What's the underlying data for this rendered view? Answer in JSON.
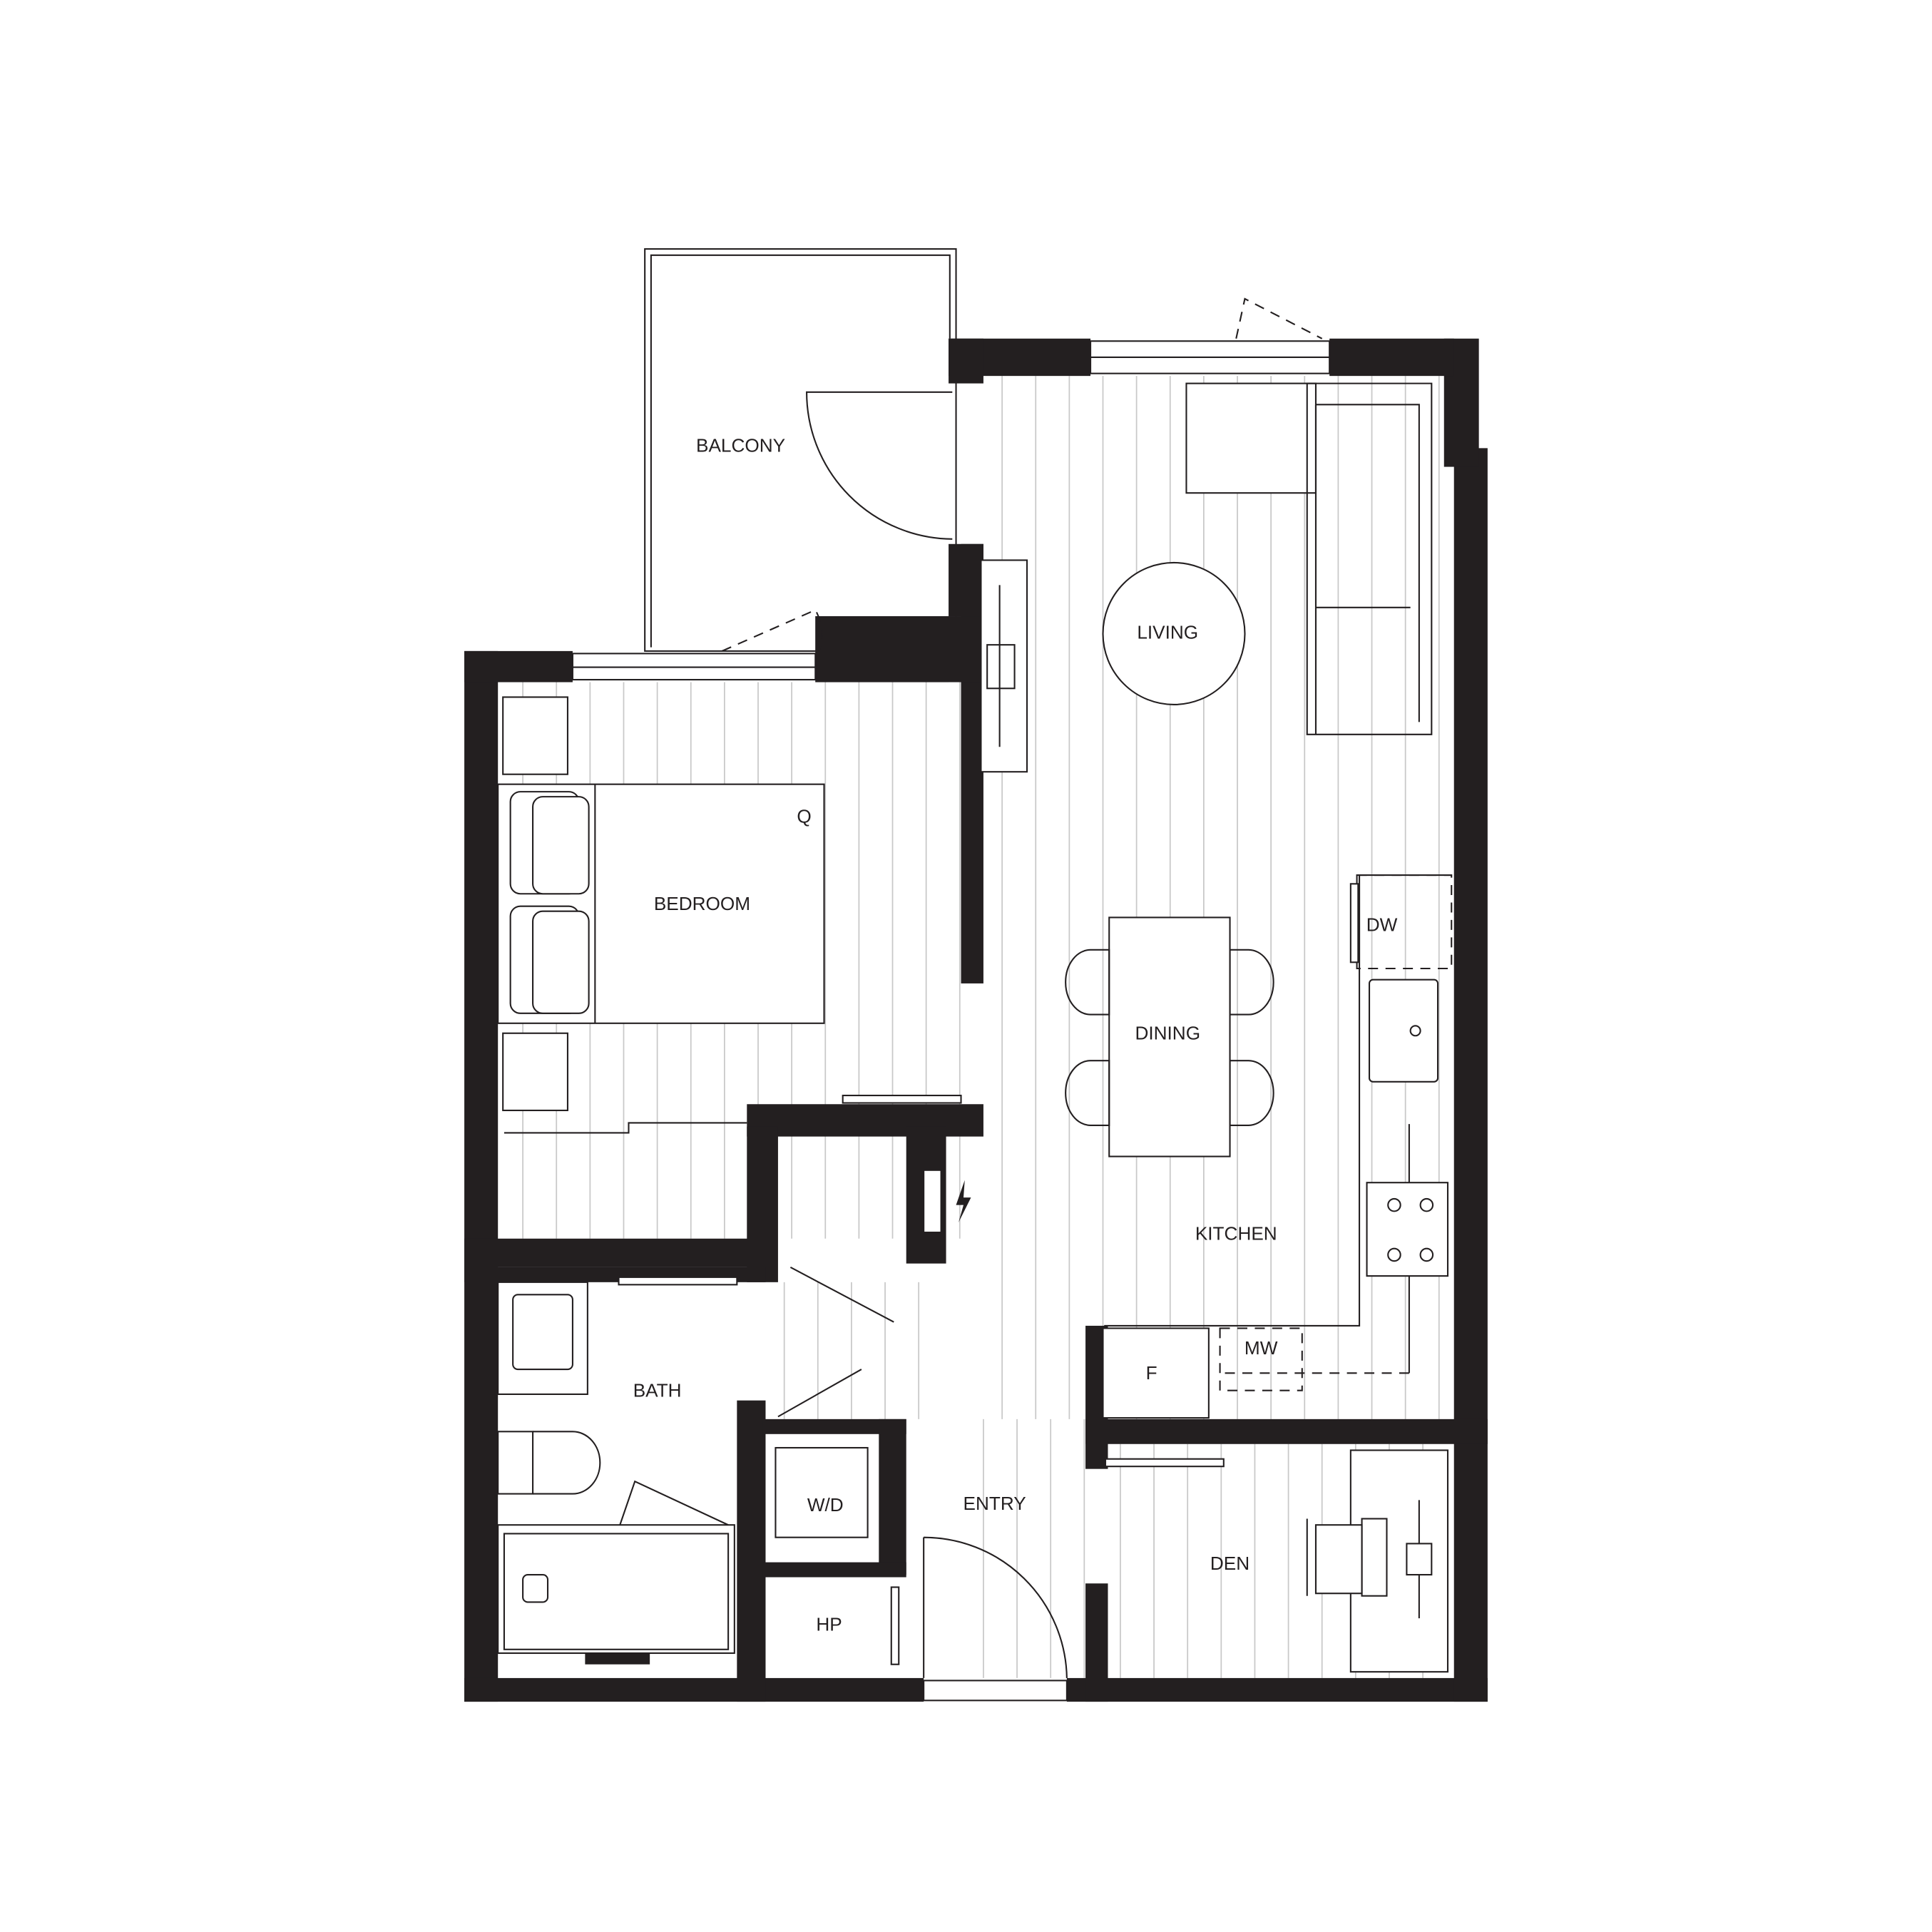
{
  "rooms": {
    "balcony": "BALCONY",
    "living": "LIVING",
    "bedroom": "BEDROOM",
    "bed_size": "Q",
    "dining": "DINING",
    "kitchen": "KITCHEN",
    "dishwasher": "DW",
    "microwave": "MW",
    "fridge": "F",
    "bath": "BATH",
    "washer_dryer": "W/D",
    "heat_pump": "HP",
    "entry": "ENTRY",
    "den": "DEN"
  },
  "colors": {
    "wall": "#231f20",
    "floor_line": "#c8c8c8"
  }
}
